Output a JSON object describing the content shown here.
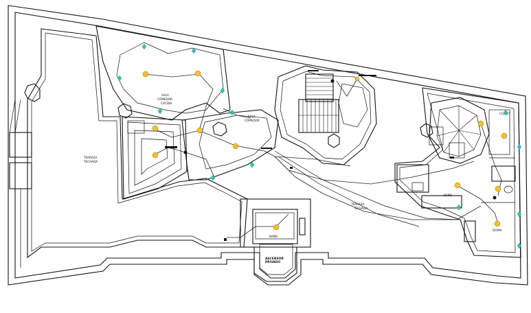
{
  "labels": {
    "terrace_west_1": "TERRAZA",
    "terrace_west_2": "TECHADA",
    "room_a_1": "SALA",
    "room_a_2": "COMEDOR",
    "room_a_3": "COCINA",
    "room_b_1": "SALA",
    "room_b_2": "COMEDOR",
    "terrace_mid_1": "TERRAZA",
    "terrace_mid_2": "TECHADA",
    "stair_block": "BAÑO",
    "elevator_1": "ASCENSOR",
    "elevator_2": "PRIVADO",
    "east_room": "DORM.",
    "east_bath": "BAÑO",
    "east_small": "CLOSET"
  },
  "colors": {
    "light_fixture": "#f2c12e",
    "switch_marker": "#27c9b0",
    "lines": "#111111"
  }
}
